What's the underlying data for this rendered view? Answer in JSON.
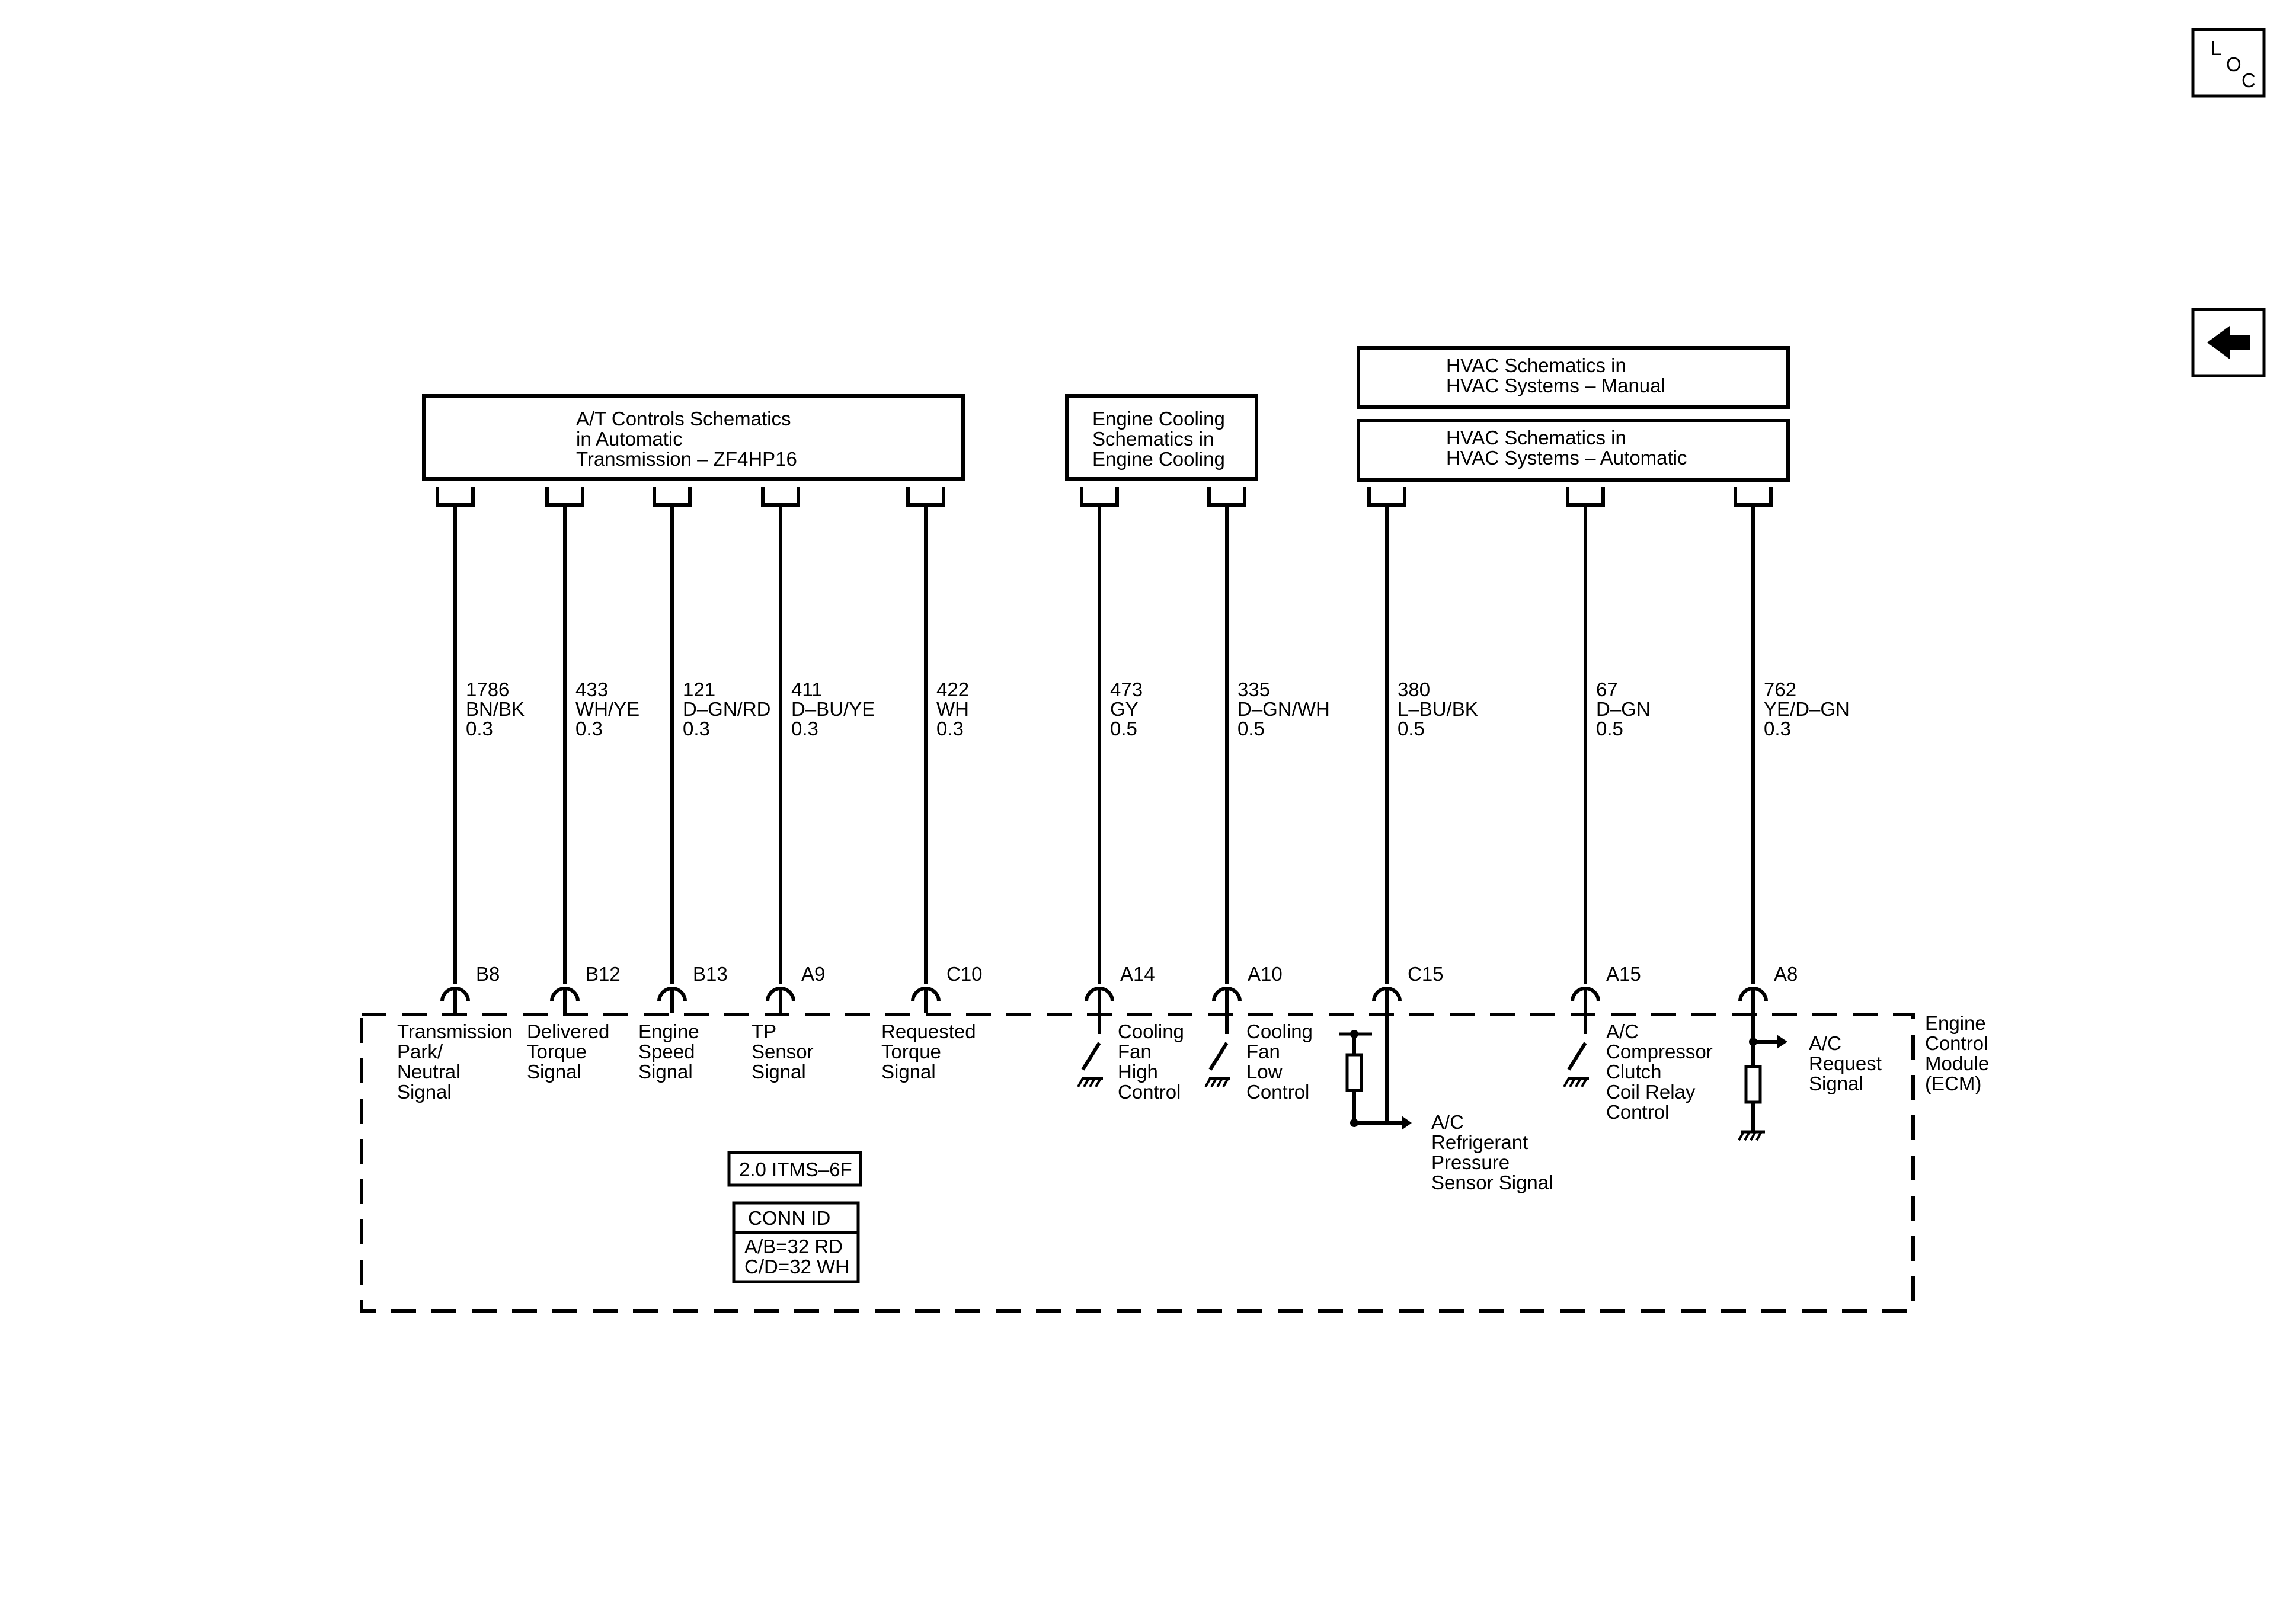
{
  "nav": {
    "loc_letters": [
      "L",
      "O",
      "C"
    ],
    "loc_icon": "loc-icon",
    "back_icon": "arrow-left-icon"
  },
  "boxes": {
    "at": [
      "A/T Controls Schematics",
      "in Automatic",
      "Transmission – ZF4HP16"
    ],
    "cooling": [
      "Engine Cooling",
      "Schematics in",
      "Engine Cooling"
    ],
    "hvac_manual": [
      "HVAC Schematics in",
      "HVAC Systems – Manual"
    ],
    "hvac_auto": [
      "HVAC Schematics in",
      "HVAC Systems – Automatic"
    ]
  },
  "circuits": [
    {
      "circuit": "1786",
      "color": "BN/BK",
      "size": "0.3",
      "pin": "B8",
      "label": [
        "Transmission",
        "Park/",
        "Neutral",
        "Signal"
      ]
    },
    {
      "circuit": "433",
      "color": "WH/YE",
      "size": "0.3",
      "pin": "B12",
      "label": [
        "Delivered",
        "Torque",
        "Signal"
      ]
    },
    {
      "circuit": "121",
      "color": "D–GN/RD",
      "size": "0.3",
      "pin": "B13",
      "label": [
        "Engine",
        "Speed",
        "Signal"
      ]
    },
    {
      "circuit": "411",
      "color": "D–BU/YE",
      "size": "0.3",
      "pin": "A9",
      "label": [
        "TP",
        "Sensor",
        "Signal"
      ]
    },
    {
      "circuit": "422",
      "color": "WH",
      "size": "0.3",
      "pin": "C10",
      "label": [
        "Requested",
        "Torque",
        "Signal"
      ]
    },
    {
      "circuit": "473",
      "color": "GY",
      "size": "0.5",
      "pin": "A14",
      "label": [
        "Cooling",
        "Fan",
        "High",
        "Control"
      ]
    },
    {
      "circuit": "335",
      "color": "D–GN/WH",
      "size": "0.5",
      "pin": "A10",
      "label": [
        "Cooling",
        "Fan",
        "Low",
        "Control"
      ]
    },
    {
      "circuit": "380",
      "color": "L–BU/BK",
      "size": "0.5",
      "pin": "C15",
      "label": [
        "A/C",
        "Refrigerant",
        "Pressure",
        "Sensor Signal"
      ]
    },
    {
      "circuit": "67",
      "color": "D–GN",
      "size": "0.5",
      "pin": "A15",
      "label": [
        "A/C",
        "Compressor",
        "Clutch",
        "Coil Relay",
        "Control"
      ]
    },
    {
      "circuit": "762",
      "color": "YE/D–GN",
      "size": "0.3",
      "pin": "A8",
      "label": [
        "A/C",
        "Request",
        "Signal"
      ]
    }
  ],
  "ecm": {
    "label": [
      "Engine",
      "Control",
      "Module",
      "(ECM)"
    ],
    "variant": "2.0 ITMS–6F",
    "conn_id_title": "CONN ID",
    "conn_id_lines": [
      "A/B=32 RD",
      "C/D=32 WH"
    ]
  }
}
